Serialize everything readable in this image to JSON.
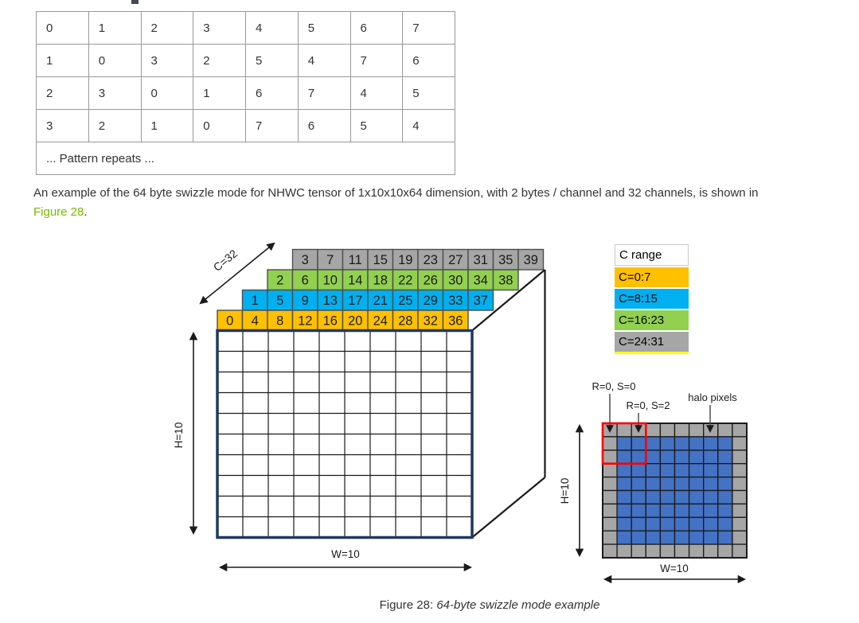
{
  "page": {
    "background": "#ffffff"
  },
  "swizzle_table": {
    "rows": [
      [
        "0",
        "1",
        "2",
        "3",
        "4",
        "5",
        "6",
        "7"
      ],
      [
        "1",
        "0",
        "3",
        "2",
        "5",
        "4",
        "7",
        "6"
      ],
      [
        "2",
        "3",
        "0",
        "1",
        "6",
        "7",
        "4",
        "5"
      ],
      [
        "3",
        "2",
        "1",
        "0",
        "7",
        "6",
        "5",
        "4"
      ]
    ],
    "pattern_note": "... Pattern repeats ..."
  },
  "paragraph": {
    "line1": "An example of the 64 byte swizzle mode for NHWC tensor of 1x10x10x64 dimension, with 2 bytes / channel and 32 channels, is shown in",
    "link_text": "Figure 28",
    "after_link": ".",
    "link_color": "#76b900"
  },
  "figure": {
    "c_axis_label": "C=32",
    "h_axis_label": "H=10",
    "w_axis_label": "W=10",
    "channel_rows": [
      {
        "name": "C=0:7",
        "color": "#ffc000",
        "values": [
          "0",
          "4",
          "8",
          "12",
          "16",
          "20",
          "24",
          "28",
          "32",
          "36"
        ]
      },
      {
        "name": "C=8:15",
        "color": "#00b0f0",
        "values": [
          "1",
          "5",
          "9",
          "13",
          "17",
          "21",
          "25",
          "29",
          "33",
          "37"
        ]
      },
      {
        "name": "C=16:23",
        "color": "#92d050",
        "values": [
          "2",
          "6",
          "10",
          "14",
          "18",
          "22",
          "26",
          "30",
          "34",
          "38"
        ]
      },
      {
        "name": "C=24:31",
        "color": "#a6a6a6",
        "values": [
          "3",
          "7",
          "11",
          "15",
          "19",
          "23",
          "27",
          "31",
          "35",
          "39"
        ]
      }
    ],
    "grid": {
      "cols": 10,
      "rows": 10
    },
    "grid_border_color": "#1f3864"
  },
  "legend": {
    "title": "C range",
    "entries": [
      {
        "label": "C=0:7",
        "color": "#ffc000"
      },
      {
        "label": "C=8:15",
        "color": "#00b0f0"
      },
      {
        "label": "C=16:23",
        "color": "#92d050"
      },
      {
        "label": "C=24:31",
        "color": "#a6a6a6"
      }
    ]
  },
  "halo_diagram": {
    "label_r0s0": "R=0, S=0",
    "label_r0s2": "R=0, S=2",
    "label_halo": "halo pixels",
    "h_axis_label": "H=10",
    "w_axis_label": "W=10",
    "grid": {
      "cols": 10,
      "rows": 10
    },
    "halo_color": "#a6a6a6",
    "interior_color": "#4472c4",
    "highlight_box_color": "#ff0000"
  },
  "caption": {
    "prefix": "Figure 28: ",
    "text": "64-byte swizzle mode example"
  }
}
